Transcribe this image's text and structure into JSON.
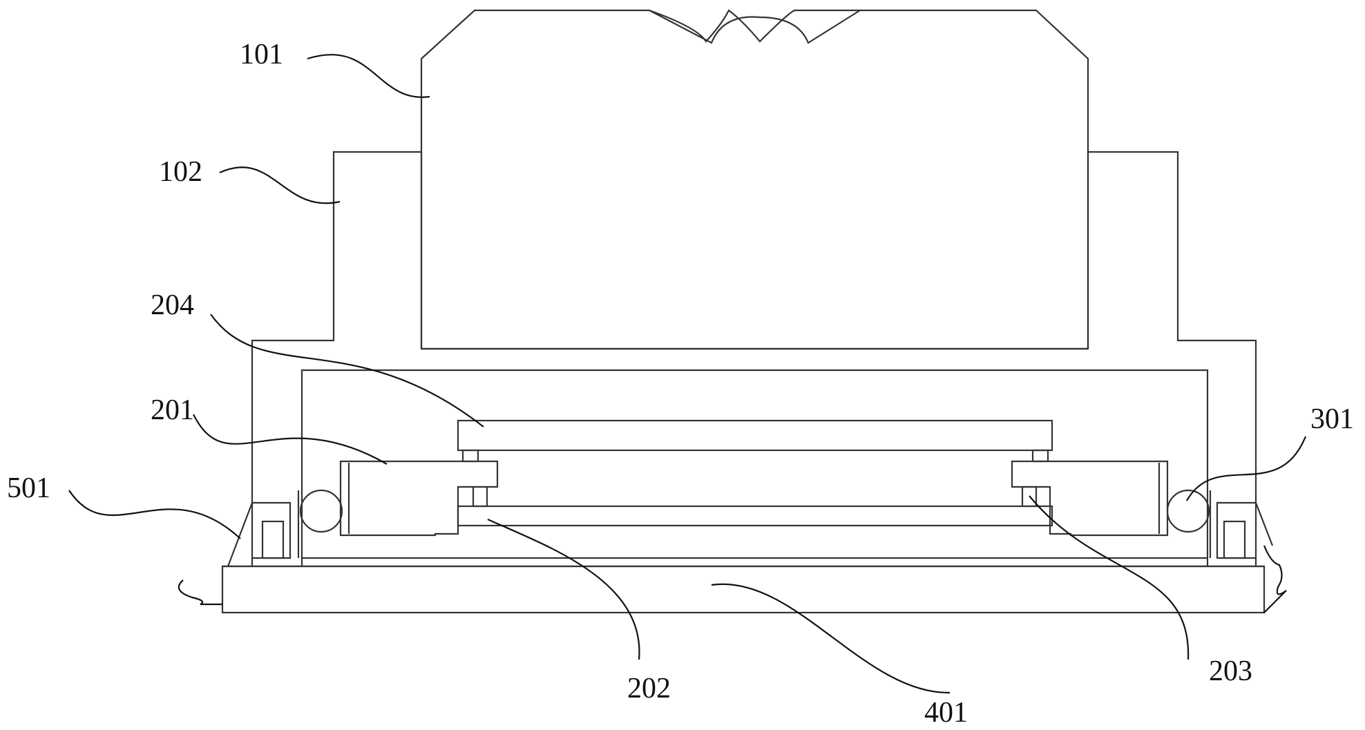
{
  "figure": {
    "references": [
      {
        "id": "101",
        "label": "101"
      },
      {
        "id": "102",
        "label": "102"
      },
      {
        "id": "204",
        "label": "204"
      },
      {
        "id": "201",
        "label": "201"
      },
      {
        "id": "501",
        "label": "501"
      },
      {
        "id": "301",
        "label": "301"
      },
      {
        "id": "202",
        "label": "202"
      },
      {
        "id": "203",
        "label": "203"
      },
      {
        "id": "401",
        "label": "401"
      }
    ]
  }
}
